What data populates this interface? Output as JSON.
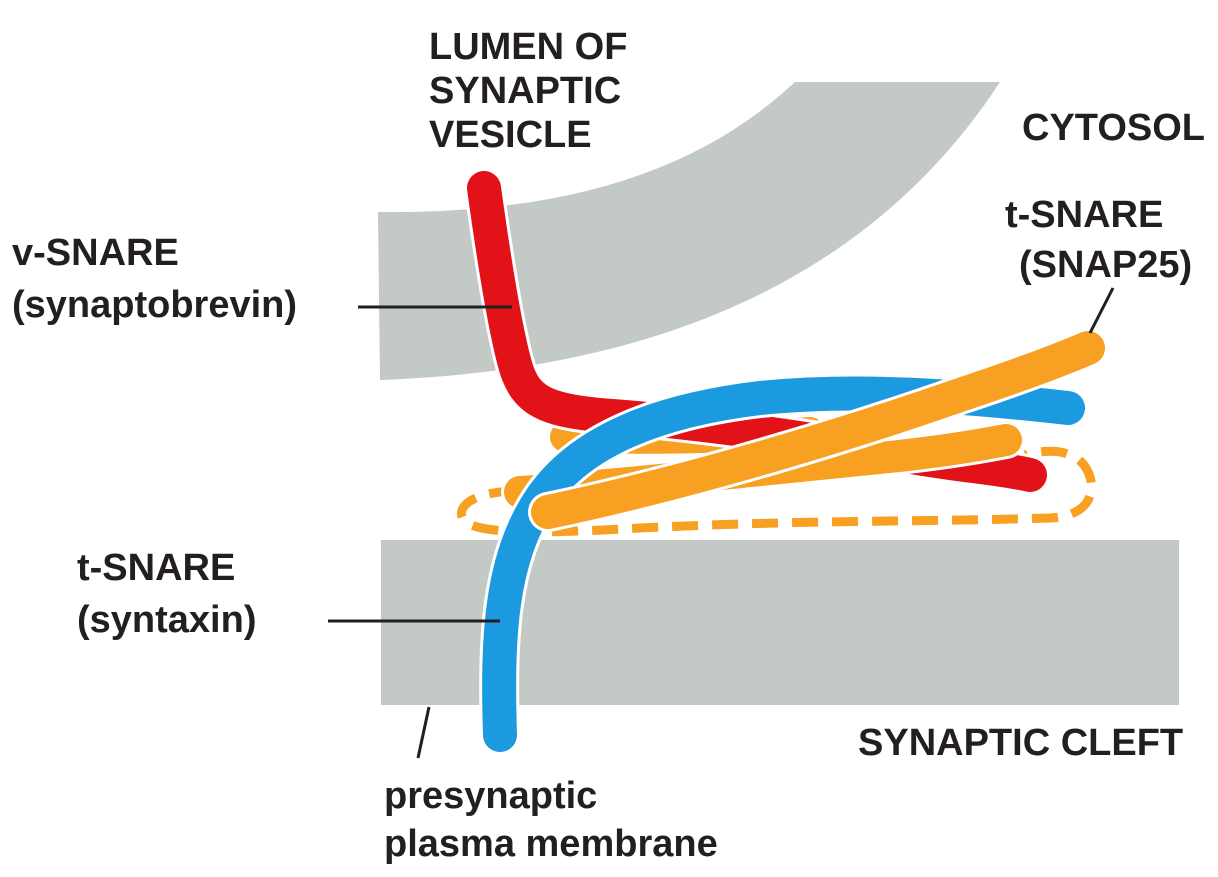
{
  "labels": {
    "lumen": [
      "LUMEN OF",
      "SYNAPTIC",
      "VESICLE"
    ],
    "cytosol": "CYTOSOL",
    "v_snare": [
      "v-SNARE",
      "(synaptobrevin)"
    ],
    "t_snare_snap25": [
      "t-SNARE",
      "(SNAP25)"
    ],
    "t_snare_syntaxin": [
      "t-SNARE",
      "(syntaxin)"
    ],
    "synaptic_cleft": "SYNAPTIC CLEFT",
    "presynaptic_membrane": [
      "presynaptic",
      "plasma membrane"
    ]
  },
  "colors": {
    "membrane": "#c3c9c4",
    "v_snare": "#e11218",
    "syntaxin": "#1b9ae0",
    "snap25": "#f7a021",
    "text": "#231f20"
  }
}
